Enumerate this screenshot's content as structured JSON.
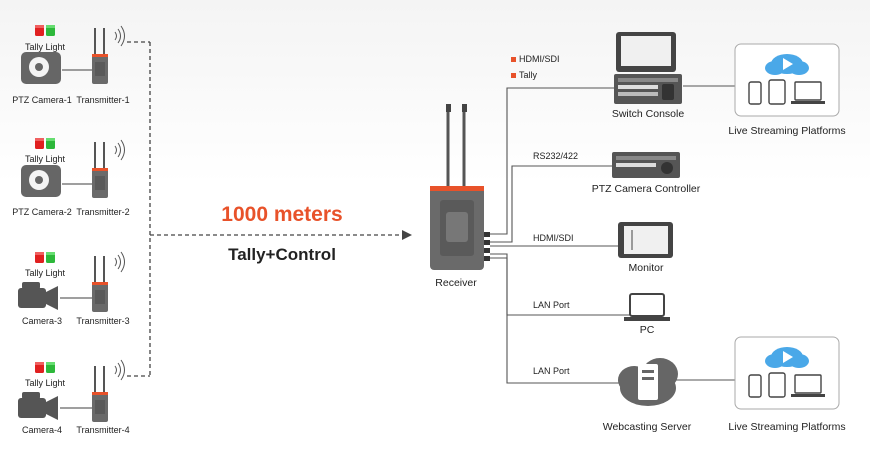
{
  "sources": [
    {
      "tally": "Tally Light",
      "camera": "PTZ Camera-1",
      "transmitter": "Transmitter-1"
    },
    {
      "tally": "Tally Light",
      "camera": "PTZ Camera-2",
      "transmitter": "Transmitter-2"
    },
    {
      "tally": "Tally Light",
      "camera": "Camera-3",
      "transmitter": "Transmitter-3"
    },
    {
      "tally": "Tally Light",
      "camera": "Camera-4",
      "transmitter": "Transmitter-4"
    }
  ],
  "link": {
    "distance": "1000 meters",
    "mode": "Tally+Control"
  },
  "receiver": {
    "label": "Receiver"
  },
  "outputs": {
    "switch": {
      "label": "Switch Console",
      "signals": [
        "HDMI/SDI",
        "Tally"
      ]
    },
    "controller": {
      "label": "PTZ Camera Controller",
      "signal": "RS232/422"
    },
    "monitor": {
      "label": "Monitor",
      "signal": "HDMI/SDI"
    },
    "pc": {
      "label": "PC",
      "signal": "LAN Port"
    },
    "server": {
      "label": "Webcasting Server",
      "signal": "LAN Port"
    }
  },
  "streaming": [
    {
      "label": "Live Streaming Platforms"
    },
    {
      "label": "Live Streaming Platforms"
    }
  ],
  "colors": {
    "accent": "#e8522a",
    "tally_red": "#e02020",
    "tally_green": "#2db83a",
    "device_gray": "#666666",
    "cloud_blue": "#4aa8e8"
  }
}
